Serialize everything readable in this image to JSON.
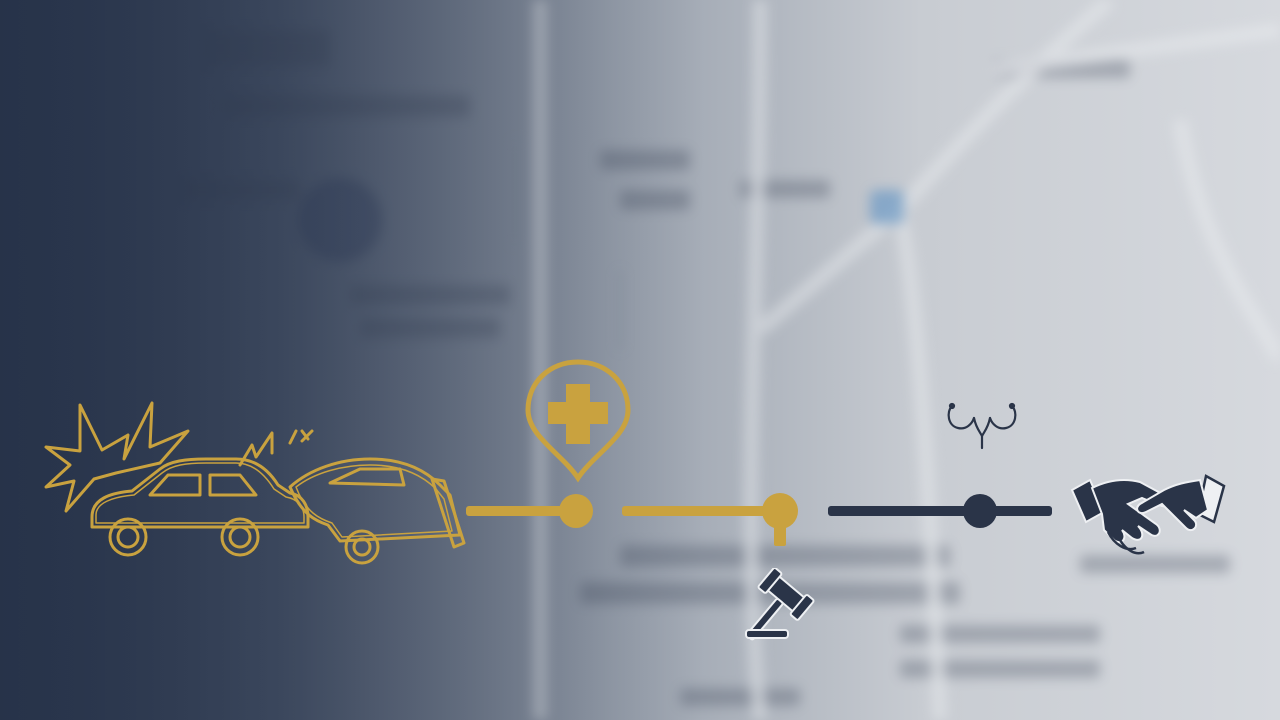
{
  "colors": {
    "gold": "#c9a23f",
    "navy": "#2a3448",
    "background_left": "#2b3750",
    "background_right": "#d6d9de"
  },
  "timeline": {
    "steps": [
      {
        "icon": "car-crash-icon",
        "color": "gold"
      },
      {
        "icon": "medical-location-pin-icon",
        "color": "gold"
      },
      {
        "icon": "gavel-icon",
        "color": "navy"
      },
      {
        "icon": "stethoscope-icon",
        "color": "navy"
      },
      {
        "icon": "handshake-icon",
        "color": "navy"
      }
    ],
    "connectors": [
      {
        "color": "gold"
      },
      {
        "color": "gold"
      },
      {
        "color": "navy"
      }
    ]
  }
}
